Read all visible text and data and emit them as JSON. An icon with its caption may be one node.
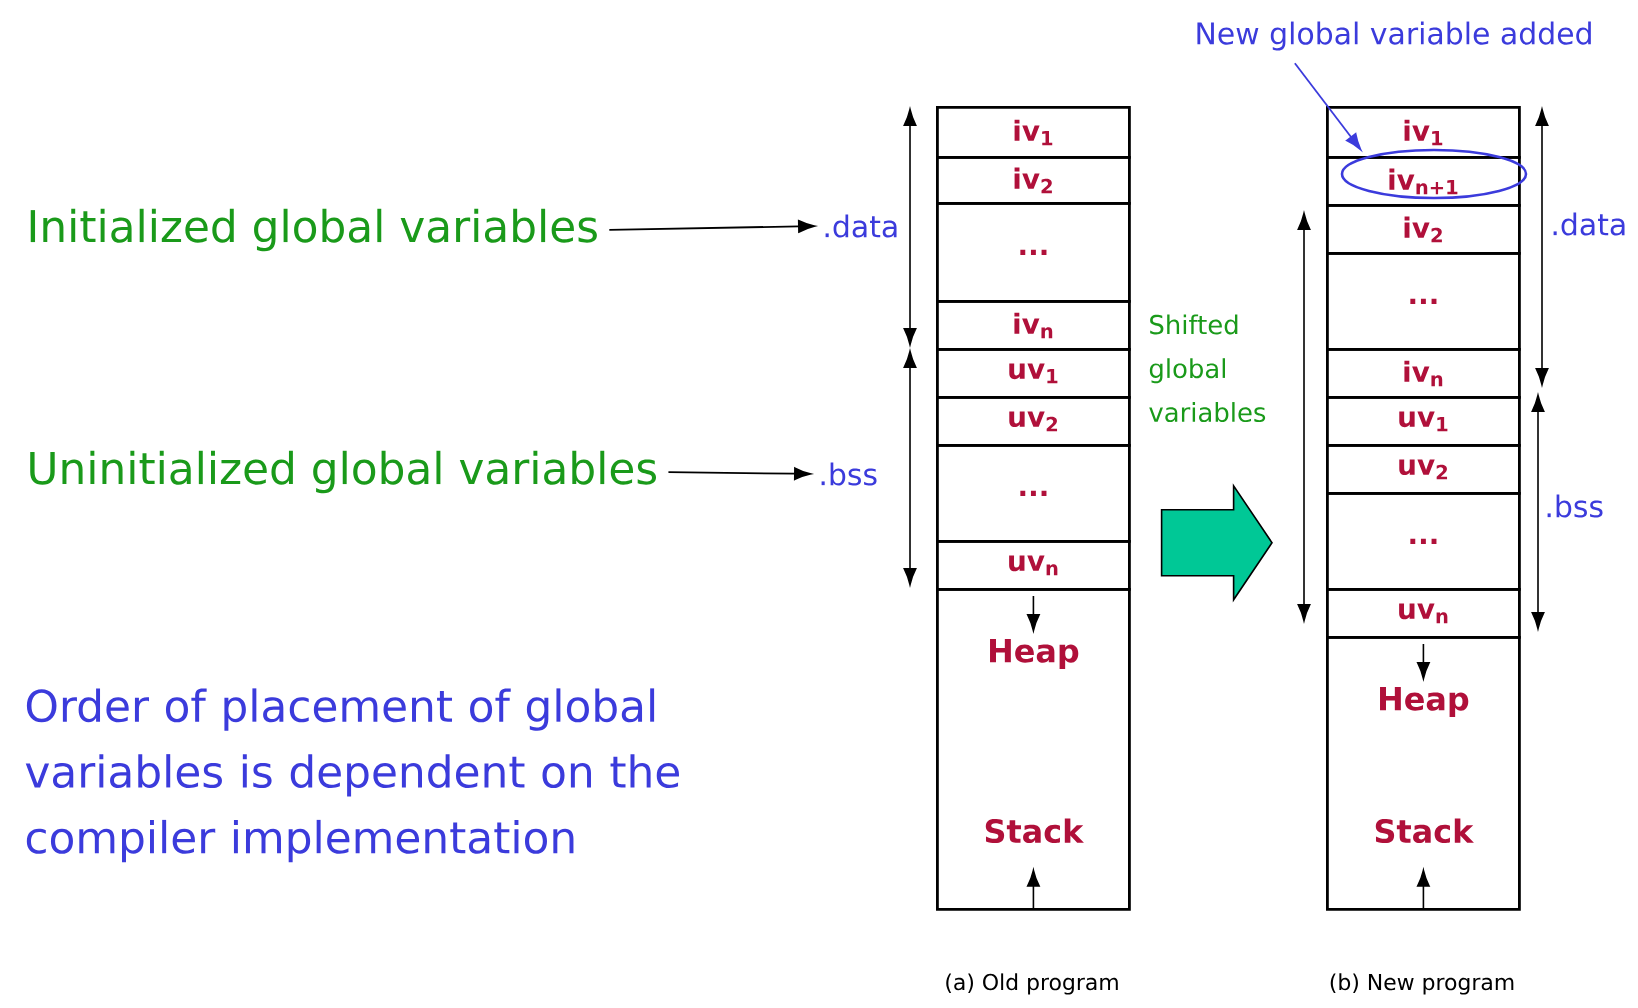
{
  "diagram": {
    "nodes": [
      {
        "text": [
          "Initialized global variables"
        ]
      },
      {
        "text": [
          ".data"
        ]
      },
      {
        "text": [
          "Uninitialized global variables"
        ]
      },
      {
        "text": [
          ".bss"
        ]
      },
      {
        "text": [],
        "shape": "box",
        "beside": [
          "(a) Old program"
        ]
      },
      {
        "text": [
          "iv$_{1}$"
        ],
        "in": 4
      },
      {
        "text": [
          "iv$_{2}$"
        ],
        "in": 4
      },
      {
        "text": [
          "..."
        ],
        "in": 4
      },
      {
        "text": [
          "iv$_{n}$"
        ],
        "in": 4
      },
      {
        "text": [
          "uv$_{1}$"
        ],
        "in": 4
      },
      {
        "text": [
          "uv$_{2}$"
        ],
        "in": 4
      },
      {
        "text": [
          "..."
        ],
        "in": 4
      },
      {
        "text": [
          "uv$_{n}$"
        ],
        "in": 4
      },
      {
        "text": [
          "Heap",
          "Stack"
        ],
        "in": 4
      },
      {
        "text": [
          "New global variable added"
        ]
      },
      {
        "text": [],
        "shape": "box",
        "beside": [
          "(b) New program"
        ]
      },
      {
        "text": [
          "iv$_{1}$"
        ],
        "in": 15
      },
      {
        "text": [
          "iv$_{n+1}$"
        ],
        "in": 15
      },
      {
        "text": [
          "iv$_{2}$"
        ],
        "in": 15
      },
      {
        "text": [
          "..."
        ],
        "in": 15
      },
      {
        "text": [
          "iv$_{n}$"
        ],
        "in": 15
      },
      {
        "text": [
          "uv$_{1}$"
        ],
        "in": 15
      },
      {
        "text": [
          "uv$_{2}$"
        ],
        "in": 15
      },
      {
        "text": [
          "..."
        ],
        "in": 15
      },
      {
        "text": [
          "uv$_{n}$"
        ],
        "in": 15
      },
      {
        "text": [
          "Heap",
          "Stack"
        ],
        "in": 15
      }
    ],
    "edges": [
      {
        "from": 0,
        "to": 1,
        "arrow": "to"
      },
      {
        "from": 2,
        "to": 3,
        "arrow": "to"
      },
      {
        "from": 4,
        "to": 15,
        "arrow": "to",
        "style": "thick",
        "color": "#00c896"
      },
      {
        "from": 14,
        "to": 17,
        "arrow": "to",
        "color": "#3b3bdc"
      }
    ],
    "labels": [
      "Shifted global variables",
      ".data",
      ".bss",
      "Order of placement of global variables is dependent on the compiler implementation"
    ]
  }
}
